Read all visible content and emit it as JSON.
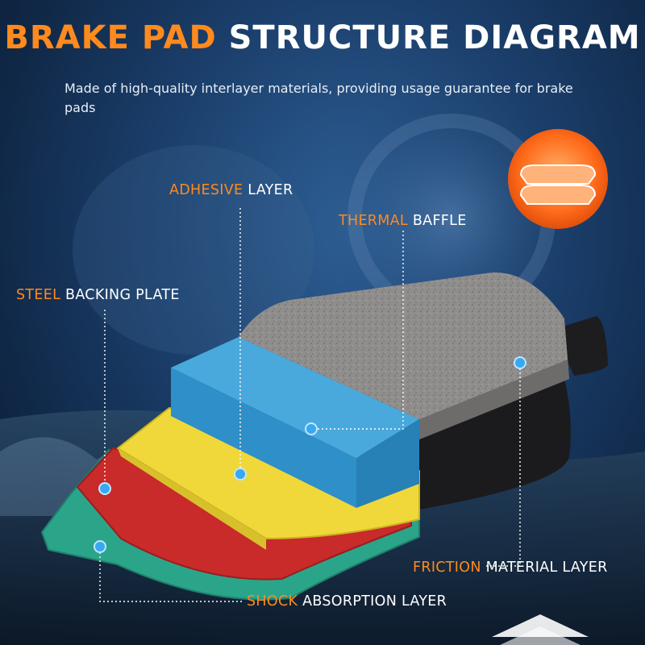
{
  "title": {
    "accent": "BRAKE PAD",
    "main": "STRUCTURE DIAGRAM"
  },
  "subtitle": "Made of high-quality interlayer materials, providing usage guarantee for brake pads",
  "labels": {
    "adhesive": {
      "accent": "ADHESIVE",
      "rest": " LAYER"
    },
    "thermal": {
      "accent": "THERMAL",
      "rest": " BAFFLE"
    },
    "steel": {
      "accent": "STEEL",
      "rest": " BACKING PLATE"
    },
    "friction": {
      "accent": "FRICTION",
      "rest": " MATERIAL LAYER"
    },
    "shock": {
      "accent": "SHOCK",
      "rest": " ABSORPTION LAYER"
    }
  },
  "colors": {
    "accent": "#ff8a1e",
    "friction_material": "#8f8e8c",
    "thermal_baffle": "#2f8fc8",
    "adhesive_layer": "#f0d83a",
    "steel_backing_plate": "#c92a2a",
    "shock_absorption_layer": "#2aa58a",
    "marker_dot": "#39a8f0"
  },
  "icons": [
    "brake-pad-badge-icon",
    "up-arrow-icon"
  ]
}
